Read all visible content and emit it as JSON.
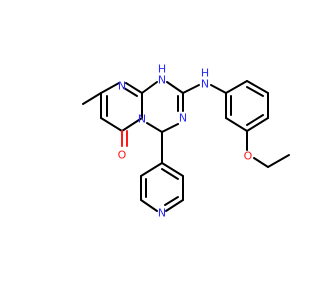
{
  "colors": {
    "nitrogen": "#2a2aff",
    "oxygen": "#ff1a1a",
    "carbon_bond": "#000000",
    "background": "#ffffff"
  },
  "atoms": {
    "n_pyrimidine_top": "N",
    "nh_ring": "N",
    "nh_ring_h": "H",
    "nh_amine": "N",
    "nh_amine_h": "H",
    "n_bridge": "N",
    "n_triazine": "N",
    "o_carbonyl": "O",
    "o_ether": "O",
    "n_pyridine": "N"
  }
}
